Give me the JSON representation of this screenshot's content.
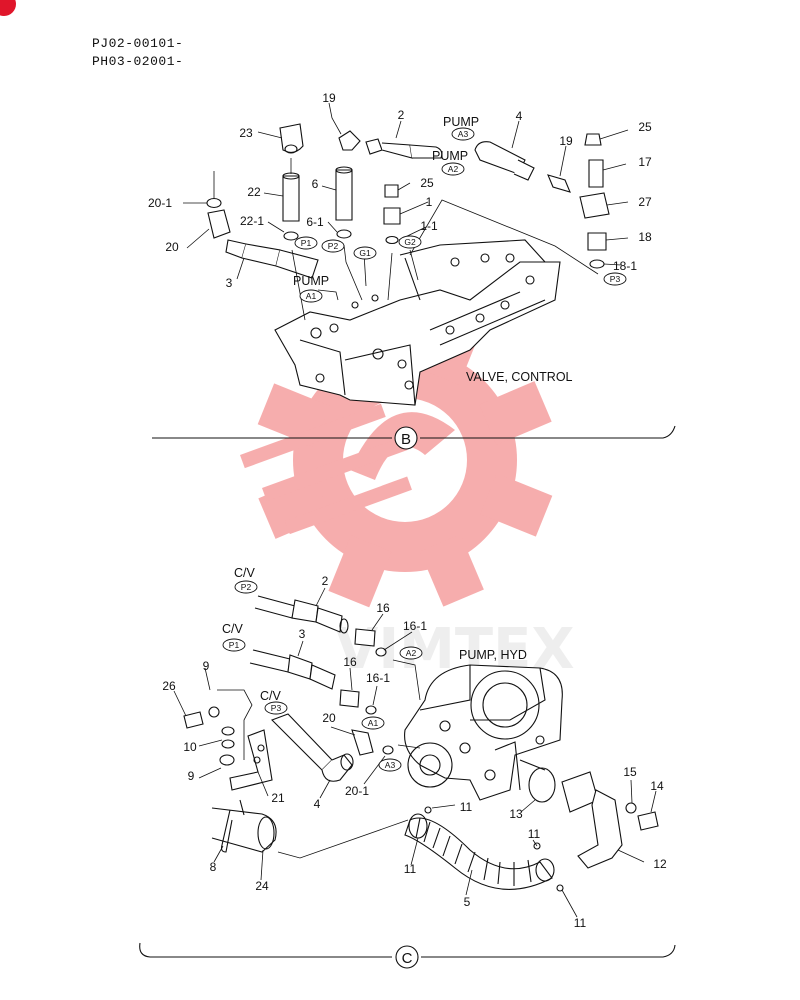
{
  "header": {
    "serials": [
      "PJ02-00101-",
      "PH03-02001-"
    ]
  },
  "watermark": {
    "text": "VIMTEX",
    "color": "#f06b6b"
  },
  "section_b": {
    "marker": "B",
    "assembly": "VALVE, CONTROL",
    "parts": [
      "19",
      "2",
      "4",
      "25",
      "23",
      "19",
      "17",
      "6",
      "25",
      "22",
      "1",
      "27",
      "20-1",
      "22-1",
      "6-1",
      "1-1",
      "20",
      "18",
      "18-1",
      "3"
    ],
    "ports": [
      "A3",
      "A2",
      "P1",
      "P2",
      "G1",
      "G2",
      "P3",
      "A1"
    ],
    "words": {
      "pump_a3": "PUMP",
      "pump_a2": "PUMP",
      "pump_a1": "PUMP"
    }
  },
  "section_c": {
    "marker": "C",
    "assembly": "PUMP, HYD",
    "parts": [
      "2",
      "16",
      "16-1",
      "3",
      "9",
      "26",
      "16",
      "16-1",
      "20",
      "10",
      "9",
      "21",
      "4",
      "20-1",
      "15",
      "14",
      "13",
      "11",
      "11",
      "12",
      "8",
      "24",
      "11",
      "5",
      "11"
    ],
    "ports": [
      "P2",
      "A2",
      "P1",
      "P3",
      "A1",
      "A3"
    ],
    "words": {
      "cv_p2": "C/V",
      "cv_p1": "C/V",
      "cv_p3": "C/V"
    }
  }
}
